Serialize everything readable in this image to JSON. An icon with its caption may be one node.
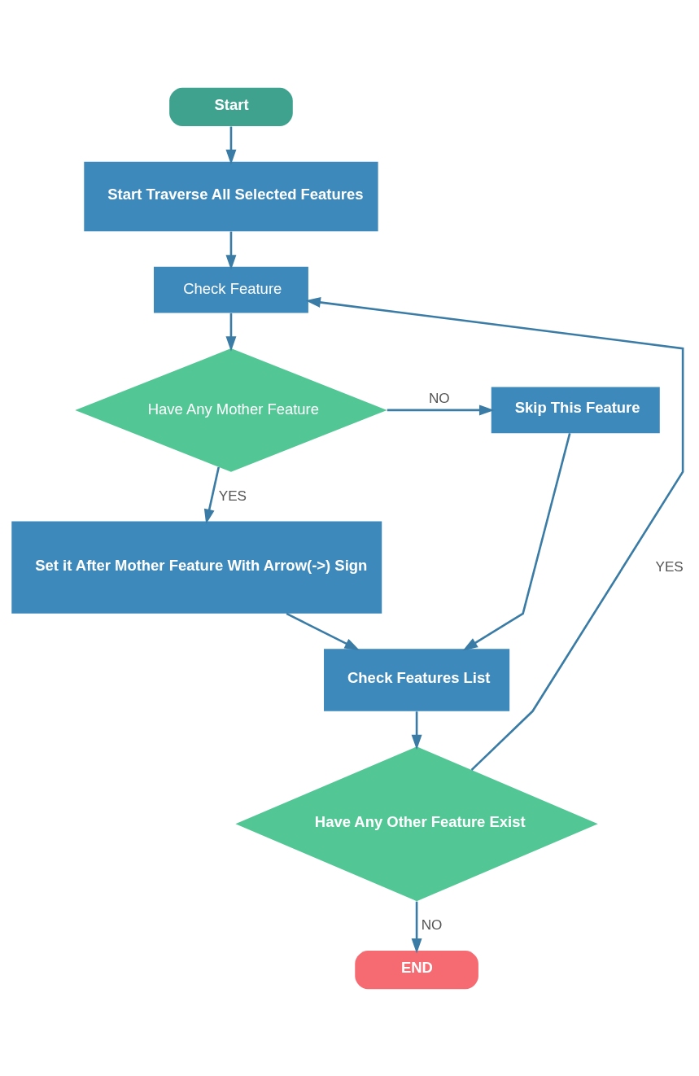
{
  "diagram": {
    "nodes": [
      {
        "text": [
          "Start"
        ]
      },
      {
        "text": [
          "Start Traverse All Selected Features"
        ]
      },
      {
        "text": [
          "Check Feature"
        ]
      },
      {
        "text": [
          "Have Any Mother Feature"
        ]
      },
      {
        "text": [
          "Skip This Feature"
        ]
      },
      {
        "text": [
          "Set it After Mother Feature With Arrow(->) Sign"
        ]
      },
      {
        "text": [
          "Check Features List"
        ]
      },
      {
        "text": [
          "Have Any Other Feature Exist"
        ]
      },
      {
        "text": [
          "END"
        ]
      }
    ],
    "edges": [
      {
        "from": 0,
        "to": 1,
        "arrow": "to"
      },
      {
        "from": 1,
        "to": 2,
        "arrow": "to"
      },
      {
        "from": 2,
        "to": 3,
        "arrow": "to"
      },
      {
        "from": 3,
        "to": 4,
        "arrow": "to",
        "label": "NO"
      },
      {
        "from": 3,
        "to": 5,
        "arrow": "to",
        "label": "YES"
      },
      {
        "from": 5,
        "to": 6,
        "arrow": "to"
      },
      {
        "from": 4,
        "to": 6,
        "arrow": "to"
      },
      {
        "from": 6,
        "to": 7,
        "arrow": "to"
      },
      {
        "from": 7,
        "to": 2,
        "arrow": "to",
        "label": "YES"
      },
      {
        "from": 7,
        "to": 8,
        "arrow": "to",
        "label": "NO"
      }
    ]
  }
}
